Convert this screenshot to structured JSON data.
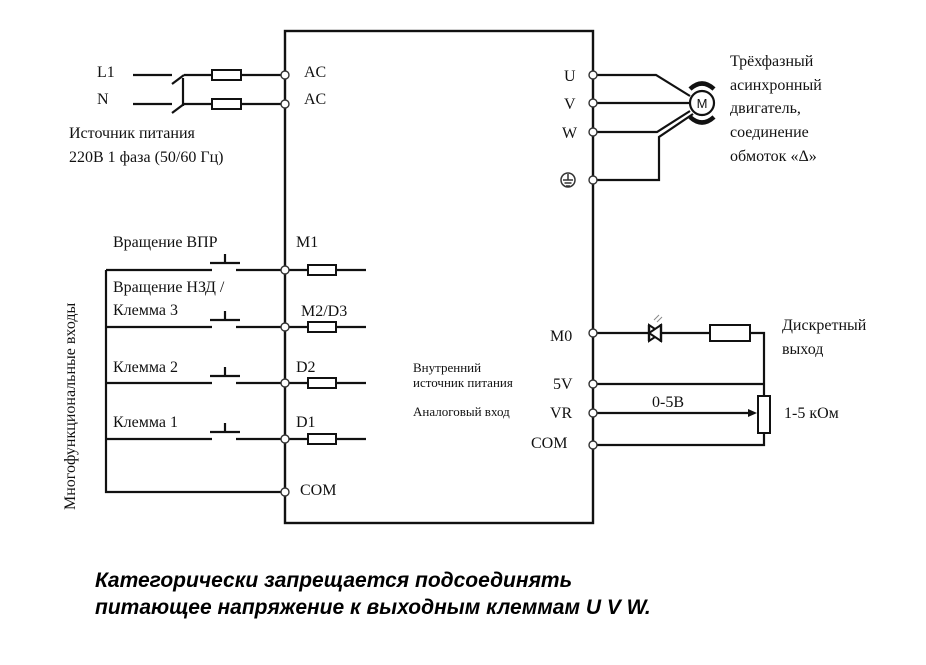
{
  "power_source": {
    "line_labels": [
      "L1",
      "N"
    ],
    "description_line1": "Источник питания",
    "description_line2": "220В 1 фаза (50/60 Гц)"
  },
  "drive_terminals": {
    "input": [
      "AC",
      "AC"
    ],
    "output": [
      "U",
      "V",
      "W"
    ],
    "ground_icon": "protective-earth",
    "digital_inputs": [
      "M1",
      "M2/D3",
      "D2",
      "D1",
      "COM"
    ],
    "right_side": [
      "M0",
      "5V",
      "VR",
      "COM"
    ]
  },
  "motor": {
    "symbol_label": "M",
    "description_lines": [
      "Трёхфазный",
      "асинхронный",
      "двигатель,",
      "соединение",
      "обмоток «Δ»"
    ]
  },
  "inputs": {
    "group_label": "Многофункциональные входы",
    "switches": [
      {
        "label_lines": [
          "Вращение ВПР"
        ]
      },
      {
        "label_lines": [
          "Вращение НЗД /",
          "Клемма 3"
        ]
      },
      {
        "label_lines": [
          "Клемма 2"
        ]
      },
      {
        "label_lines": [
          "Клемма 1"
        ]
      }
    ]
  },
  "internal": {
    "power_label_line1": "Внутренний",
    "power_label_line2": "источник питания",
    "analog_label": "Аналоговый вход"
  },
  "output_circuit": {
    "label_line1": "Дискретный",
    "label_line2": "выход",
    "voltage_range": "0-5В",
    "pot_value": "1-5 кОм"
  },
  "warning": {
    "line1": "Категорически запрещается подсоединять",
    "line2": "питающее напряжение к выходным клеммам U V W."
  }
}
